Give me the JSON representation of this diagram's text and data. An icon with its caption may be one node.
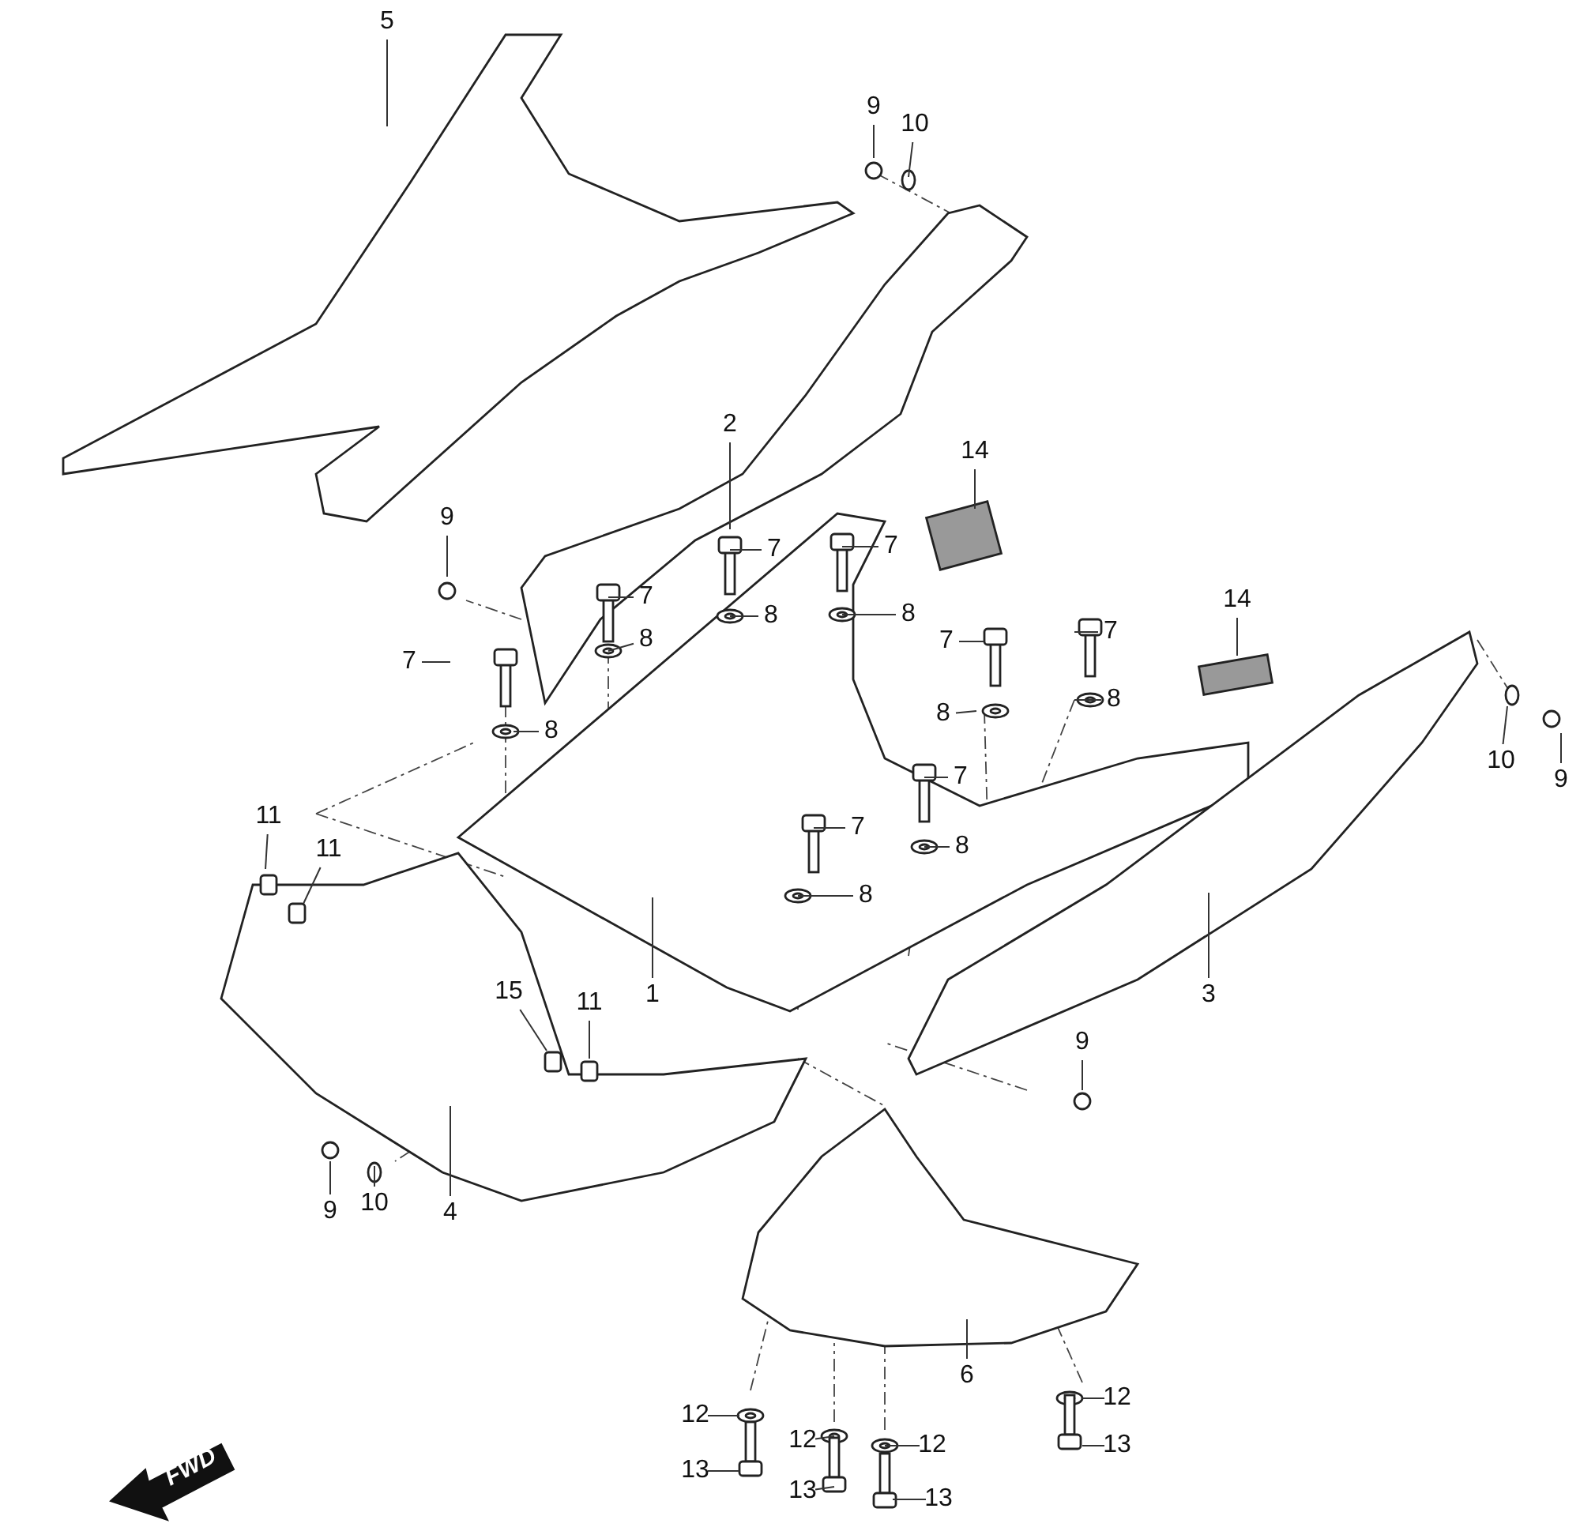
{
  "diagram": {
    "nodes": [
      {
        "text": [
          "5"
        ]
      },
      {
        "text": [
          "9"
        ]
      },
      {
        "text": [
          "10"
        ]
      },
      {
        "text": [
          "2"
        ]
      },
      {
        "text": [
          "14"
        ]
      },
      {
        "text": [
          "9"
        ]
      },
      {
        "text": [
          "7"
        ]
      },
      {
        "text": [
          "7"
        ]
      },
      {
        "text": [
          "7"
        ]
      },
      {
        "text": [
          "8"
        ]
      },
      {
        "text": [
          "8"
        ]
      },
      {
        "text": [
          "14"
        ]
      },
      {
        "text": [
          "7"
        ]
      },
      {
        "text": [
          "7"
        ]
      },
      {
        "text": [
          "8"
        ]
      },
      {
        "text": [
          "7"
        ]
      },
      {
        "text": [
          "8"
        ]
      },
      {
        "text": [
          "8"
        ]
      },
      {
        "text": [
          "8"
        ]
      },
      {
        "text": [
          "10"
        ]
      },
      {
        "text": [
          "9"
        ]
      },
      {
        "text": [
          "7"
        ]
      },
      {
        "text": [
          "11"
        ]
      },
      {
        "text": [
          "11"
        ]
      },
      {
        "text": [
          "7"
        ]
      },
      {
        "text": [
          "8"
        ]
      },
      {
        "text": [
          "8"
        ]
      },
      {
        "text": [
          "1"
        ]
      },
      {
        "text": [
          "3"
        ]
      },
      {
        "text": [
          "15"
        ]
      },
      {
        "text": [
          "11"
        ]
      },
      {
        "text": [
          "9"
        ]
      },
      {
        "text": [
          "9"
        ]
      },
      {
        "text": [
          "10"
        ]
      },
      {
        "text": [
          "4"
        ]
      },
      {
        "text": [
          "6"
        ]
      },
      {
        "text": [
          "12"
        ]
      },
      {
        "text": [
          "12"
        ]
      },
      {
        "text": [
          "12"
        ]
      },
      {
        "text": [
          "12"
        ]
      },
      {
        "text": [
          "13"
        ]
      },
      {
        "text": [
          "13"
        ]
      },
      {
        "text": [
          "13"
        ]
      },
      {
        "text": [
          "13"
        ]
      }
    ],
    "edges": [
      {
        "from": 0,
        "to": null,
        "arrow": "none"
      },
      {
        "from": 1,
        "to": null,
        "arrow": "none"
      },
      {
        "from": 2,
        "to": null,
        "arrow": "none"
      },
      {
        "from": 3,
        "to": null,
        "arrow": "none"
      },
      {
        "from": 4,
        "to": null,
        "arrow": "none"
      },
      {
        "from": 5,
        "to": null,
        "arrow": "none"
      },
      {
        "from": 6,
        "to": null,
        "arrow": "none"
      },
      {
        "from": 7,
        "to": null,
        "arrow": "none"
      },
      {
        "from": 8,
        "to": null,
        "arrow": "none"
      },
      {
        "from": 9,
        "to": null,
        "arrow": "none"
      },
      {
        "from": 10,
        "to": null,
        "arrow": "none"
      },
      {
        "from": 11,
        "to": null,
        "arrow": "none"
      },
      {
        "from": 12,
        "to": null,
        "arrow": "none"
      },
      {
        "from": 13,
        "to": null,
        "arrow": "none"
      },
      {
        "from": 14,
        "to": null,
        "arrow": "none"
      },
      {
        "from": 15,
        "to": null,
        "arrow": "none"
      },
      {
        "from": 16,
        "to": null,
        "arrow": "none"
      },
      {
        "from": 17,
        "to": null,
        "arrow": "none"
      },
      {
        "from": 18,
        "to": null,
        "arrow": "none"
      },
      {
        "from": 19,
        "to": null,
        "arrow": "none"
      },
      {
        "from": 20,
        "to": null,
        "arrow": "none"
      },
      {
        "from": 21,
        "to": null,
        "arrow": "none"
      },
      {
        "from": 22,
        "to": null,
        "arrow": "none"
      },
      {
        "from": 23,
        "to": null,
        "arrow": "none"
      },
      {
        "from": 24,
        "to": null,
        "arrow": "none"
      },
      {
        "from": 25,
        "to": null,
        "arrow": "none"
      },
      {
        "from": 26,
        "to": null,
        "arrow": "none"
      },
      {
        "from": 27,
        "to": null,
        "arrow": "none"
      },
      {
        "from": 28,
        "to": null,
        "arrow": "none"
      },
      {
        "from": 29,
        "to": null,
        "arrow": "none"
      },
      {
        "from": 30,
        "to": null,
        "arrow": "none"
      },
      {
        "from": 31,
        "to": null,
        "arrow": "none"
      },
      {
        "from": 32,
        "to": null,
        "arrow": "none"
      },
      {
        "from": 33,
        "to": null,
        "arrow": "none"
      },
      {
        "from": 34,
        "to": null,
        "arrow": "none"
      },
      {
        "from": 35,
        "to": null,
        "arrow": "none"
      },
      {
        "from": 36,
        "to": null,
        "arrow": "none"
      },
      {
        "from": 37,
        "to": null,
        "arrow": "none"
      },
      {
        "from": 38,
        "to": null,
        "arrow": "none"
      },
      {
        "from": 39,
        "to": null,
        "arrow": "none"
      },
      {
        "from": 40,
        "to": null,
        "arrow": "none"
      },
      {
        "from": 41,
        "to": null,
        "arrow": "none"
      },
      {
        "from": 42,
        "to": null,
        "arrow": "none"
      },
      {
        "from": 43,
        "to": null,
        "arrow": "none"
      }
    ],
    "labels": [
      "FWD"
    ]
  }
}
